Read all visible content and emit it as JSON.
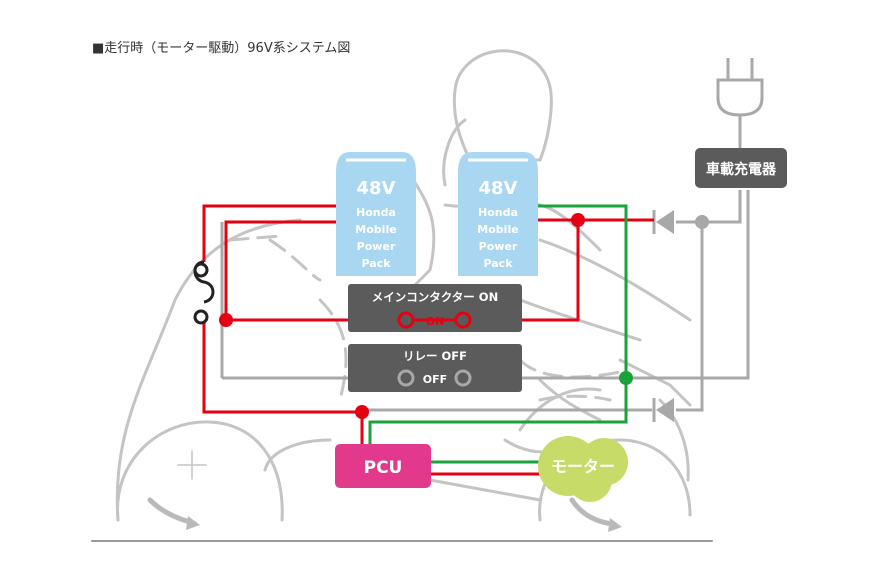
{
  "diagram": {
    "title": "■走行時（モーター駆動）96V系システム図",
    "battery_left": {
      "voltage": "48V",
      "label_lines": [
        "Honda",
        "Mobile",
        "Power",
        "Pack"
      ]
    },
    "battery_right": {
      "voltage": "48V",
      "label_lines": [
        "Honda",
        "Mobile",
        "Power",
        "Pack"
      ]
    },
    "main_contactor": {
      "label": "メインコンタクター ON",
      "state": "ON"
    },
    "relay": {
      "label": "リレー OFF",
      "state": "OFF"
    },
    "charger": {
      "label": "車載充電器"
    },
    "pcu": {
      "label": "PCU"
    },
    "motor": {
      "label": "モーター"
    },
    "colors": {
      "positive_line": "#e50012",
      "ground_line": "#1aa33a",
      "inactive_line": "#a8a8a8",
      "battery": "#a9d7f2",
      "pcu": "#e3398d",
      "motor": "#c7dc68",
      "box": "#5b5b5b",
      "sketch": "#c4c4c4"
    }
  }
}
